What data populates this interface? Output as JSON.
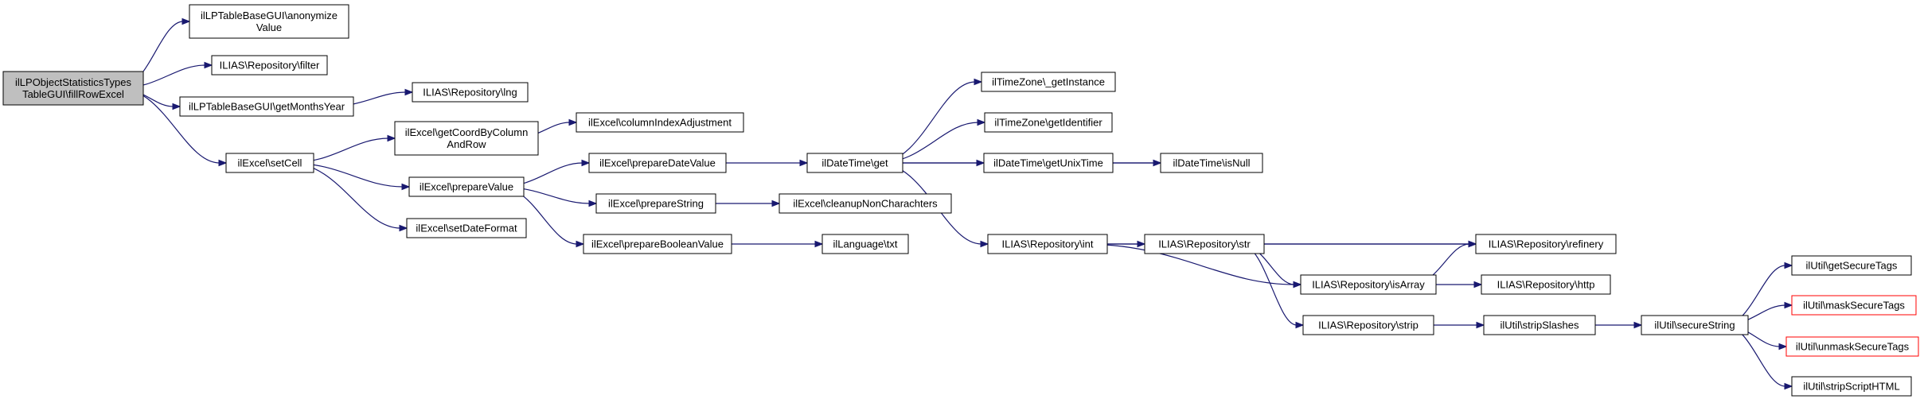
{
  "colors": {
    "edge": "#191970",
    "root_fill": "#bfbfbf",
    "node_border": "#000000",
    "truncated_border": "#ff0000"
  },
  "nodes": {
    "root": {
      "lines": [
        "ilLPObjectStatisticsTypes",
        "TableGUI\\fillRowExcel"
      ]
    },
    "anonymize": {
      "lines": [
        "ilLPTableBaseGUI\\anonymize",
        "Value"
      ]
    },
    "filter": {
      "lines": [
        "ILIAS\\Repository\\filter"
      ]
    },
    "getmonths": {
      "lines": [
        "ilLPTableBaseGUI\\getMonthsYear"
      ]
    },
    "lng": {
      "lines": [
        "ILIAS\\Repository\\lng"
      ]
    },
    "setcell": {
      "lines": [
        "ilExcel\\setCell"
      ]
    },
    "getcoord": {
      "lines": [
        "ilExcel\\getCoordByColumn",
        "AndRow"
      ]
    },
    "colindex": {
      "lines": [
        "ilExcel\\columnIndexAdjustment"
      ]
    },
    "preparevalue": {
      "lines": [
        "ilExcel\\prepareValue"
      ]
    },
    "setdateformat": {
      "lines": [
        "ilExcel\\setDateFormat"
      ]
    },
    "preparedate": {
      "lines": [
        "ilExcel\\prepareDateValue"
      ]
    },
    "preparestring": {
      "lines": [
        "ilExcel\\prepareString"
      ]
    },
    "preparebool": {
      "lines": [
        "ilExcel\\prepareBooleanValue"
      ]
    },
    "cleanup": {
      "lines": [
        "ilExcel\\cleanupNonCharachters"
      ]
    },
    "langtxt": {
      "lines": [
        "ilLanguage\\txt"
      ]
    },
    "datetimeget": {
      "lines": [
        "ilDateTime\\get"
      ]
    },
    "tzinstance": {
      "lines": [
        "ilTimeZone\\_getInstance"
      ]
    },
    "tzident": {
      "lines": [
        "ilTimeZone\\getIdentifier"
      ]
    },
    "unixtime": {
      "lines": [
        "ilDateTime\\getUnixTime"
      ]
    },
    "isnull": {
      "lines": [
        "ilDateTime\\isNull"
      ]
    },
    "repoint": {
      "lines": [
        "ILIAS\\Repository\\int"
      ]
    },
    "repostr": {
      "lines": [
        "ILIAS\\Repository\\str"
      ]
    },
    "refinery": {
      "lines": [
        "ILIAS\\Repository\\refinery"
      ]
    },
    "isarray": {
      "lines": [
        "ILIAS\\Repository\\isArray"
      ]
    },
    "http": {
      "lines": [
        "ILIAS\\Repository\\http"
      ]
    },
    "strip": {
      "lines": [
        "ILIAS\\Repository\\strip"
      ]
    },
    "stripslashes": {
      "lines": [
        "ilUtil\\stripSlashes"
      ]
    },
    "securestring": {
      "lines": [
        "ilUtil\\secureString"
      ]
    },
    "getsecuretags": {
      "lines": [
        "ilUtil\\getSecureTags"
      ]
    },
    "masksecure": {
      "lines": [
        "ilUtil\\maskSecureTags"
      ]
    },
    "unmasksecure": {
      "lines": [
        "ilUtil\\unmaskSecureTags"
      ]
    },
    "stripscript": {
      "lines": [
        "ilUtil\\stripScriptHTML"
      ]
    }
  },
  "edges": [
    [
      "root",
      "anonymize"
    ],
    [
      "root",
      "filter"
    ],
    [
      "root",
      "getmonths"
    ],
    [
      "root",
      "setcell"
    ],
    [
      "getmonths",
      "lng"
    ],
    [
      "setcell",
      "getcoord"
    ],
    [
      "setcell",
      "preparevalue"
    ],
    [
      "setcell",
      "setdateformat"
    ],
    [
      "getcoord",
      "colindex"
    ],
    [
      "preparevalue",
      "preparedate"
    ],
    [
      "preparevalue",
      "preparestring"
    ],
    [
      "preparevalue",
      "preparebool"
    ],
    [
      "preparedate",
      "datetimeget"
    ],
    [
      "preparestring",
      "cleanup"
    ],
    [
      "preparebool",
      "langtxt"
    ],
    [
      "datetimeget",
      "tzinstance"
    ],
    [
      "datetimeget",
      "tzident"
    ],
    [
      "datetimeget",
      "unixtime"
    ],
    [
      "datetimeget",
      "isnull"
    ],
    [
      "datetimeget",
      "repoint"
    ],
    [
      "unixtime",
      "isnull"
    ],
    [
      "repoint",
      "repostr"
    ],
    [
      "repoint",
      "refinery"
    ],
    [
      "repoint",
      "isarray"
    ],
    [
      "repostr",
      "refinery"
    ],
    [
      "repostr",
      "isarray"
    ],
    [
      "repostr",
      "strip"
    ],
    [
      "isarray",
      "refinery"
    ],
    [
      "isarray",
      "http"
    ],
    [
      "strip",
      "stripslashes"
    ],
    [
      "stripslashes",
      "securestring"
    ],
    [
      "securestring",
      "getsecuretags"
    ],
    [
      "securestring",
      "masksecure"
    ],
    [
      "securestring",
      "unmasksecure"
    ],
    [
      "securestring",
      "stripscript"
    ]
  ]
}
